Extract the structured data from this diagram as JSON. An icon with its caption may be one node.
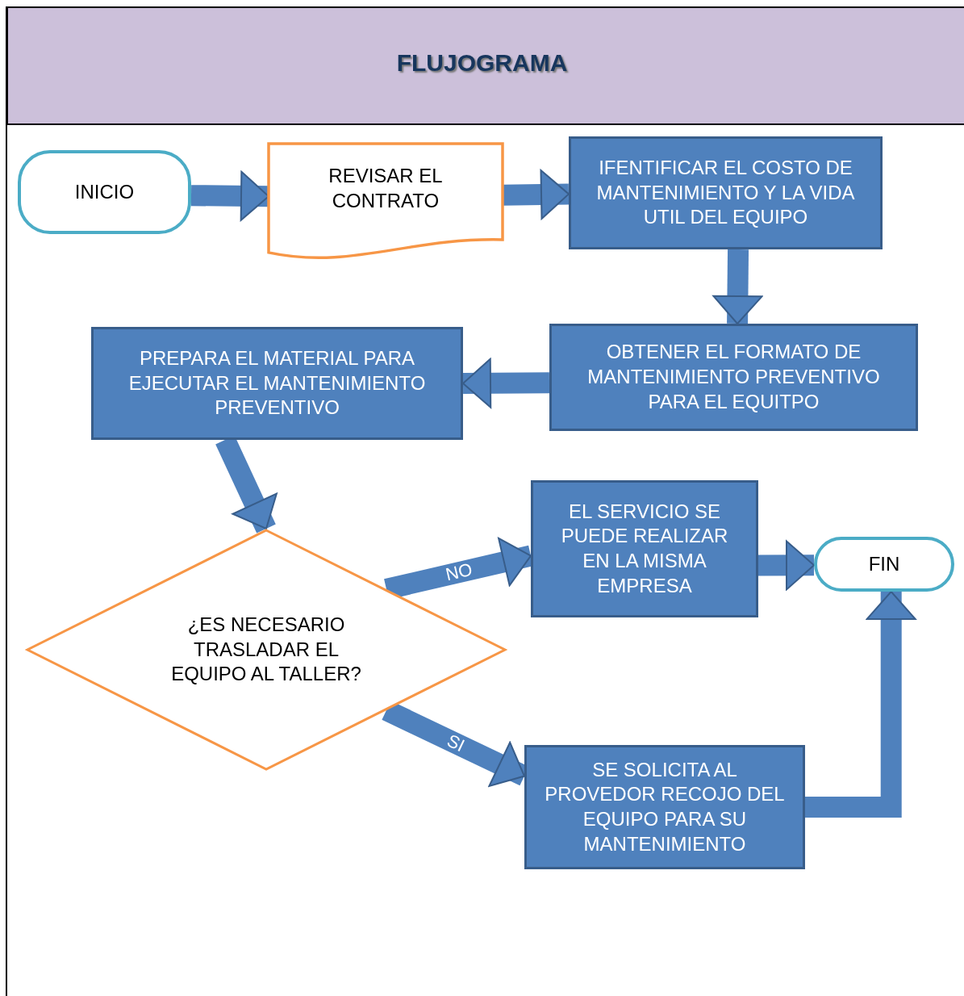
{
  "diagram": {
    "title": "FLUJOGRAMA",
    "nodes": [
      {
        "text": [
          "INICIO"
        ]
      },
      {
        "text": [
          "REVISAR EL CONTRATO"
        ]
      },
      {
        "text": [
          "IFENTIFICAR EL COSTO DE MANTENIMIENTO Y LA VIDA UTIL DEL EQUIPO"
        ]
      },
      {
        "text": [
          "OBTENER EL FORMATO DE MANTENIMIENTO PREVENTIVO PARA EL EQUITPO"
        ]
      },
      {
        "text": [
          "PREPARA EL MATERIAL PARA EJECUTAR EL MANTENIMIENTO PREVENTIVO"
        ]
      },
      {
        "text": [
          "¿ES NECESARIO TRASLADAR EL EQUIPO AL TALLER?"
        ]
      },
      {
        "text": [
          "EL SERVICIO SE PUEDE REALIZAR EN LA MISMA EMPRESA"
        ]
      },
      {
        "text": [
          "FIN"
        ]
      },
      {
        "text": [
          "SE SOLICITA AL PROVEDOR RECOJO DEL EQUIPO PARA SU MANTENIMIENTO"
        ]
      }
    ],
    "edges": [
      {
        "from": 0,
        "to": 1,
        "arrow": "to"
      },
      {
        "from": 1,
        "to": 2,
        "arrow": "to"
      },
      {
        "from": 2,
        "to": 3,
        "arrow": "to"
      },
      {
        "from": 3,
        "to": 4,
        "arrow": "to"
      },
      {
        "from": 4,
        "to": 5,
        "arrow": "to"
      },
      {
        "from": 5,
        "to": 6,
        "arrow": "to",
        "label": "NO"
      },
      {
        "from": 5,
        "to": 8,
        "arrow": "to",
        "label": "SI"
      },
      {
        "from": 6,
        "to": 7,
        "arrow": "to"
      },
      {
        "from": 8,
        "to": 7,
        "arrow": "to"
      }
    ]
  }
}
